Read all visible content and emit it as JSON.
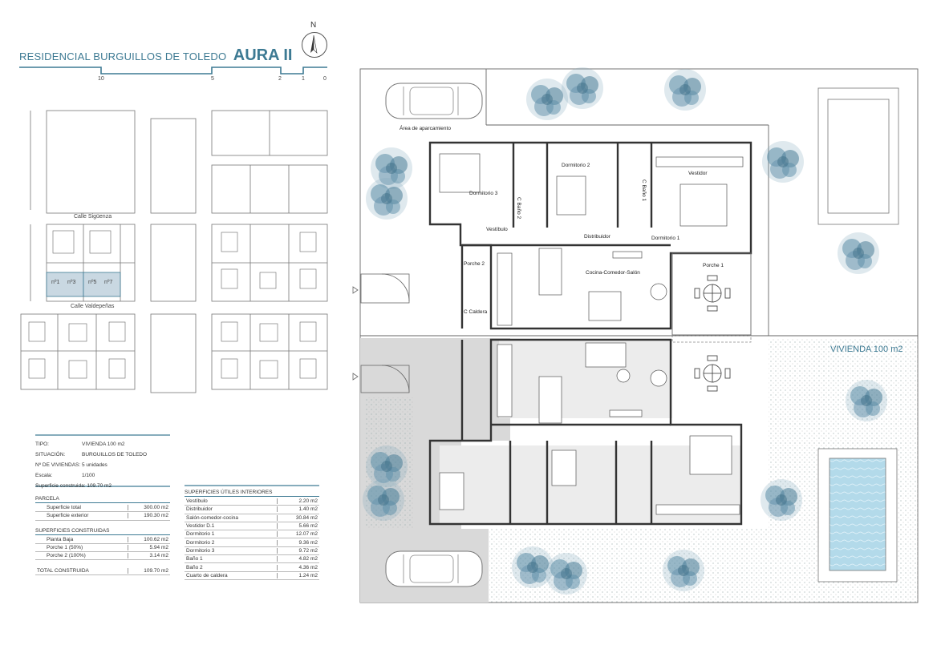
{
  "header": {
    "title_prefix": "RESIDENCIAL BURGUILLOS DE TOLEDO",
    "title_main": "AURA II",
    "scale_ticks": [
      "10",
      "5",
      "2",
      "1",
      "0"
    ],
    "north_label": "N"
  },
  "site_plan": {
    "streets": [
      "Calle Sigüenza",
      "Calle Valdepeñas"
    ],
    "lot_labels": [
      "nº1",
      "nº3",
      "nº5",
      "nº7"
    ]
  },
  "info": {
    "rows": [
      {
        "k": "TIPO:",
        "v": "VIVIENDA 100 m2"
      },
      {
        "k": "SITUACIÓN:",
        "v": "BURGUILLOS DE  TOLEDO"
      },
      {
        "k": "Nº DE VIVIENDAS:",
        "v": "5 unidades"
      },
      {
        "k": "Escala:",
        "v": "1/100"
      },
      {
        "k": "Superficie construida:",
        "v": "109.70 m2"
      }
    ]
  },
  "parcela": {
    "title": "PARCELA",
    "rows": [
      {
        "label": "Superficie total",
        "value": "300.00 m2"
      },
      {
        "label": "Superficie exterior",
        "value": "190.30 m2"
      }
    ]
  },
  "construidas": {
    "title": "SUPERFICIES CONSTRUIDAS",
    "rows": [
      {
        "label": "Planta Baja",
        "value": "100.62 m2"
      },
      {
        "label": "Porche 1 (50%)",
        "value": "5.94 m2"
      },
      {
        "label": "Porche 2 (100%)",
        "value": "3.14 m2"
      }
    ],
    "total_label": "TOTAL CONSTRUIDA",
    "total_value": "109.70 m2"
  },
  "utiles": {
    "title": "SUPERFICIES ÚTILES INTERIORES",
    "rows": [
      {
        "label": "Vestíbulo",
        "value": "2.20 m2"
      },
      {
        "label": "Distribuidor",
        "value": "1.40 m2"
      },
      {
        "label": "Salón-comedor-cocina",
        "value": "30.84 m2"
      },
      {
        "label": "Vestidor D.1",
        "value": "5.66 m2"
      },
      {
        "label": "Dormitorio 1",
        "value": "12.07 m2"
      },
      {
        "label": "Dormitorio 2",
        "value": "9.36 m2"
      },
      {
        "label": "Dormitorio 3",
        "value": "9.72 m2"
      },
      {
        "label": "Baño 1",
        "value": "4.82 m2"
      },
      {
        "label": "Baño 2",
        "value": "4.36 m2"
      },
      {
        "label": "Cuarto de caldera",
        "value": "1.24 m2"
      }
    ]
  },
  "plan": {
    "parking": "Área de aparcamiento",
    "rooms": {
      "dormitorio3": "Dormitorio 3",
      "dormitorio2": "Dormitorio 2",
      "dormitorio1": "Dormitorio 1",
      "cbano2": "C Baño 2",
      "cbano1": "C Baño 1",
      "vestidor": "Vestidor",
      "vestibulo": "Vestíbulo",
      "distribuidor": "Distribuidor",
      "porche2": "Porche 2",
      "porche1": "Porche 1",
      "cocina": "Cocina-Comedor-Salón",
      "caldera": "C Caldera"
    },
    "vivienda": "VIVIENDA 100 m2"
  },
  "colors": {
    "accent": "#3d7a93",
    "wall": "#333333",
    "tree": "#5b8ea8",
    "pool": "#a9d3e6"
  }
}
